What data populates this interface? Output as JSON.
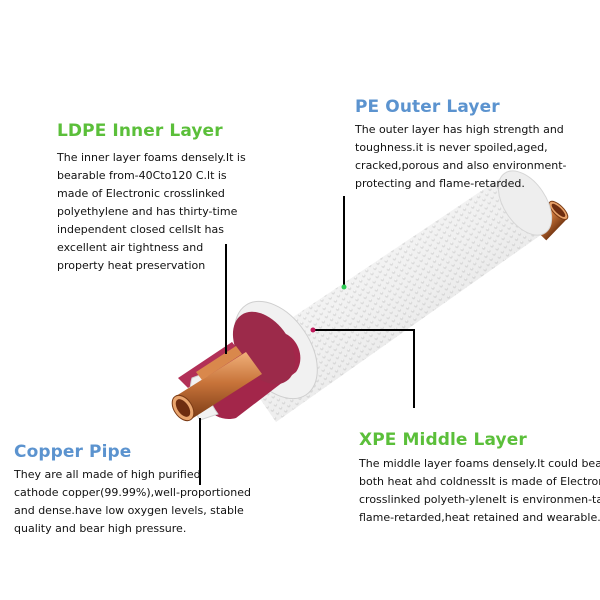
{
  "colors": {
    "title_green": "#5bbf3a",
    "title_blue": "#5b93cf",
    "copper": "#c8743a",
    "inner_layer": "#9c2a4a",
    "outer_layer": "#f4f4f4",
    "dot_green": "#2ecc55",
    "dot_magenta": "#c0185a"
  },
  "labels": {
    "ldpe": {
      "title": "LDPE Inner Layer",
      "lines": [
        "The inner layer foams densely.It is",
        "bearable from-40Cto120 C.lt is",
        "made of Electronic crosslinked",
        "polyethylene and has thirty-time",
        "independent closed cellsIt has",
        "excellent air tightness and",
        "property heat preservation"
      ]
    },
    "pe": {
      "title": "PE Outer Layer",
      "lines": [
        "The outer layer has high strength and",
        " toughness.it is never spoiled,aged,",
        "cracked,porous and also environment-",
        "protecting and flame-retarded."
      ]
    },
    "copper": {
      "title": "Copper Pipe",
      "lines": [
        "They are all made of high purified",
        "cathode copper(99.99%),well-proportioned",
        "and dense.have low oxygen levels, stable",
        "quality and bear high pressure."
      ]
    },
    "xpe": {
      "title": "XPE Middle Layer",
      "lines": [
        "The middle layer foams densely.It could bear",
        "both heat ahd coldnessIt is made of Electronic",
        "crosslinked polyeth-yleneIt is environmen-tal",
        "flame-retarded,heat retained and wearable."
      ]
    }
  }
}
